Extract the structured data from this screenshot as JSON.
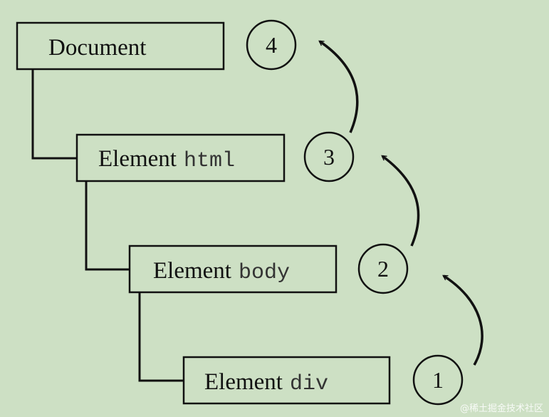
{
  "nodes": [
    {
      "label": "Document",
      "tag": ""
    },
    {
      "label": "Element",
      "tag": "html"
    },
    {
      "label": "Element",
      "tag": "body"
    },
    {
      "label": "Element",
      "tag": "div"
    }
  ],
  "steps": [
    "4",
    "3",
    "2",
    "1"
  ],
  "watermark": "@稀土掘金技术社区",
  "colors": {
    "background": "#cde0c4",
    "stroke": "#111111"
  }
}
